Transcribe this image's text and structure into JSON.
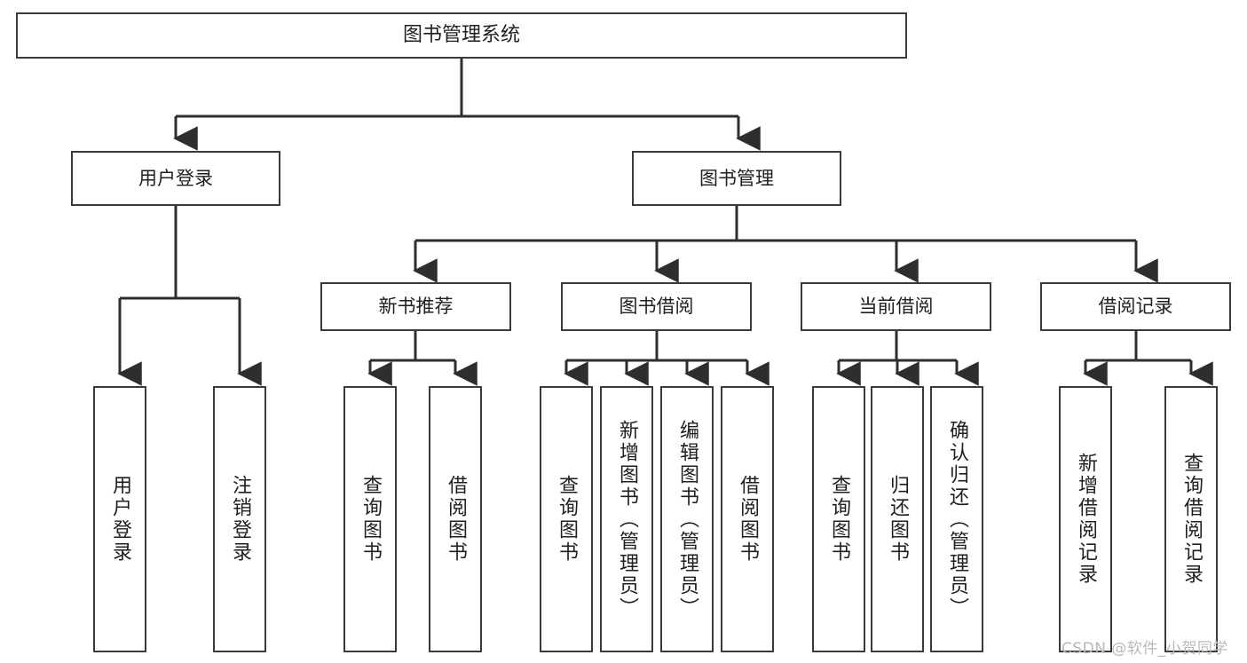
{
  "diagram": {
    "title": "图书管理系统",
    "watermark": "CSDN @软件_小贺同学",
    "style": {
      "border_color": "#3a3a3a",
      "fill_color": "#ffffff",
      "text_color": "#1f1f1f",
      "line_color": "#2e2e2e",
      "watermark_color": "#b9b9b9"
    },
    "nodes": {
      "root": {
        "label": "图书管理系统"
      },
      "level2": [
        {
          "label": "用户登录"
        },
        {
          "label": "图书管理"
        }
      ],
      "level3": [
        {
          "label": "新书推荐"
        },
        {
          "label": "图书借阅"
        },
        {
          "label": "当前借阅"
        },
        {
          "label": "借阅记录"
        }
      ],
      "leaves_user_login": [
        {
          "label": "用户登录"
        },
        {
          "label": "注销登录"
        }
      ],
      "leaves_new_book": [
        {
          "label": "查询图书"
        },
        {
          "label": "借阅图书"
        }
      ],
      "leaves_borrow": [
        {
          "label": "查询图书"
        },
        {
          "label": "新增图书（管理员）"
        },
        {
          "label": "编辑图书（管理员）"
        },
        {
          "label": "借阅图书"
        }
      ],
      "leaves_current": [
        {
          "label": "查询图书"
        },
        {
          "label": "归还图书"
        },
        {
          "label": "确认归还（管理员）"
        }
      ],
      "leaves_records": [
        {
          "label": "新增借阅记录"
        },
        {
          "label": "查询借阅记录"
        }
      ]
    }
  }
}
